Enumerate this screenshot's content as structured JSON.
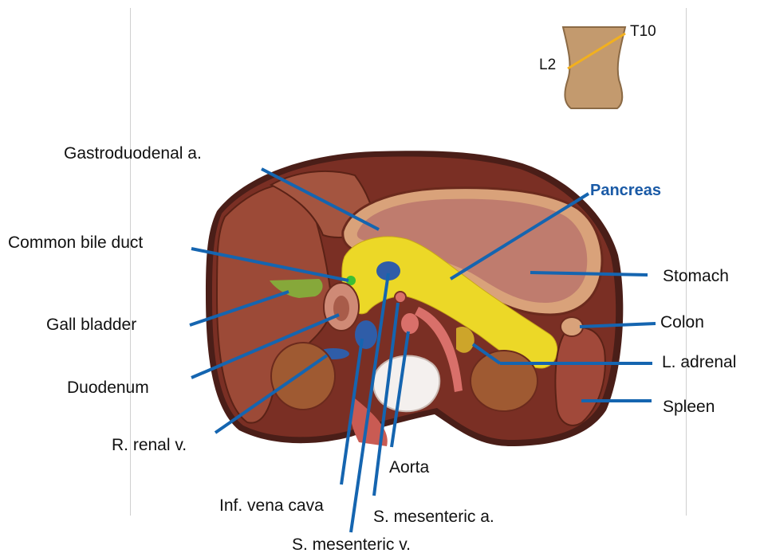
{
  "inset": {
    "upper_level": "T10",
    "lower_level": "L2"
  },
  "labels": {
    "gastroduodenal": "Gastroduodenal a.",
    "pancreas": "Pancreas",
    "common_bile_duct": "Common bile duct",
    "stomach": "Stomach",
    "gall_bladder": "Gall bladder",
    "colon": "Colon",
    "duodenum": "Duodenum",
    "l_adrenal": "L. adrenal",
    "spleen": "Spleen",
    "r_renal_v": "R. renal v.",
    "aorta": "Aorta",
    "inf_vena_cava": "Inf. vena cava",
    "s_mesenteric_a": "S. mesenteric a.",
    "s_mesenteric_v": "S. mesenteric v."
  },
  "colors": {
    "leader_line": "#1565b0",
    "highlight_label": "#1a5aa6",
    "pancreas": "#ecd827",
    "liver": "#9c4a37",
    "kidney": "#9f5a32",
    "vein": "#2f5da8",
    "level_line": "#f2b01e"
  }
}
